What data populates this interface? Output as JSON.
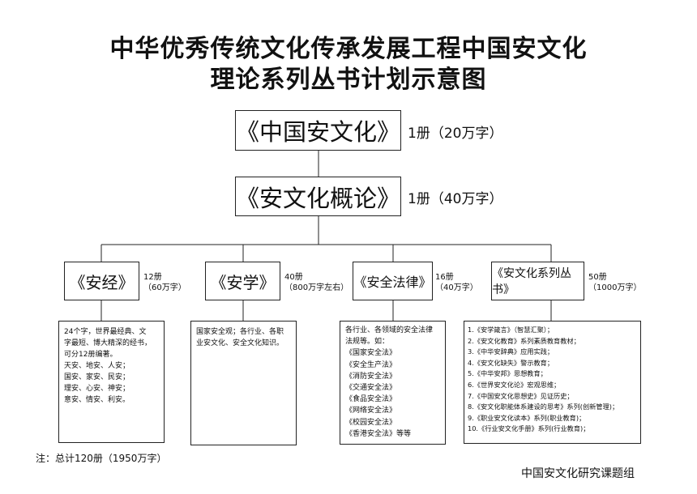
{
  "title": {
    "line1": "中华优秀传统文化传承发展工程中国安文化",
    "line2": "理论系列丛书计划示意图"
  },
  "top": {
    "label": "《中国安文化》",
    "note": "1册（20万字）"
  },
  "second": {
    "label": "《安文化概论》",
    "note": "1册（40万字）"
  },
  "branches": [
    {
      "label": "《安经》",
      "note1": "12册",
      "note2": "（60万字）",
      "lines": [
        "24个字，世界最经典、文",
        "字最短、博大精深的经书，",
        "可分12册编著。",
        "天安、地安、人安；",
        "国安、家安、民安；",
        "理安、心安、神安；",
        "意安、情安、利安。"
      ]
    },
    {
      "label": "《安学》",
      "note1": "40册",
      "note2": "（800万字左右）",
      "lines": [
        "国家安全观；各行业、各职",
        "业安文化、安全文化知识。"
      ]
    },
    {
      "label": "《安全法律》",
      "note1": "16册",
      "note2": "（40万字）",
      "lines": [
        "各行业、各领域的安全法律",
        "法规等。如：",
        "《国家安全法》",
        "《安全生产法》",
        "《消防安全法》",
        "《交通安全法》",
        "《食品安全法》",
        "《网络安全法》",
        "《校园安全法》",
        "《香港安全法》等等"
      ]
    },
    {
      "label": "《安文化系列丛书》",
      "note1": "50册",
      "note2": "（1000万字）",
      "lines": [
        "1.《安学箴言》（智慧汇聚）；",
        "2.《安文化教育》系列素质教育教材；",
        "3.《中华安辞典》应用实践；",
        "4.《安文化缺失》警示教育；",
        "5.《中华安邦》思想教育；",
        "6.《世界安文化论》宏观思维；",
        "7.《中国安文化思想史》见证历史；",
        "8.《安文化职能体系建设的思考》系列(创新管理)；",
        "9.《职业安文化读本》系列(职业教育)；",
        "10.《行业安文化手册》系列(行业教育)；"
      ]
    }
  ],
  "footnote": "注：总计120册（1950万字）",
  "signature": "中国安文化研究课题组"
}
